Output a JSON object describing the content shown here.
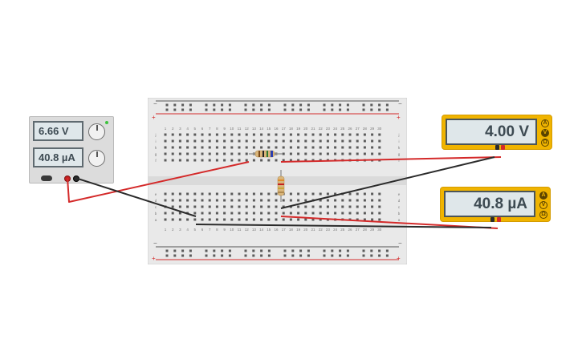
{
  "power_supply": {
    "voltage_display": "6.66 V",
    "current_display": "40.8 µA"
  },
  "voltmeter": {
    "display": "4.00 V",
    "modes": [
      "A",
      "V",
      "Ω"
    ],
    "active_mode": "V"
  },
  "ammeter": {
    "display": "40.8 µA",
    "modes": [
      "A",
      "V",
      "Ω"
    ],
    "active_mode": "A"
  },
  "breadboard": {
    "column_numbers": [
      "1",
      "2",
      "3",
      "4",
      "5",
      "6",
      "7",
      "8",
      "9",
      "10",
      "11",
      "12",
      "13",
      "14",
      "15",
      "16",
      "17",
      "18",
      "19",
      "20",
      "21",
      "22",
      "23",
      "24",
      "25",
      "26",
      "27",
      "28",
      "29",
      "30"
    ],
    "top_row_letters": [
      "j",
      "i",
      "h",
      "g",
      "f"
    ],
    "bottom_row_letters": [
      "e",
      "d",
      "c",
      "b",
      "a"
    ],
    "rail_minus": "−",
    "rail_plus": "+"
  },
  "colors": {
    "wire_red": "#d42a2a",
    "wire_black": "#2b2b2b",
    "meter_body": "#f0b400",
    "breadboard_body": "#e9e9e9",
    "rail_red_line": "#d42a2a",
    "rail_dark_line": "#555555"
  }
}
